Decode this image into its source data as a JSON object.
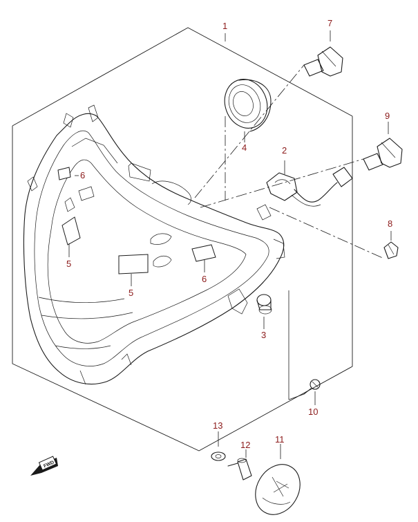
{
  "diagram": {
    "callouts": {
      "c1": "1",
      "c2": "2",
      "c3": "3",
      "c4": "4",
      "c5a": "5",
      "c5b": "5",
      "c6a": "6",
      "c6b": "6",
      "c7": "7",
      "c8": "8",
      "c9": "9",
      "c10": "10",
      "c11": "11",
      "c12": "12",
      "c13": "13"
    },
    "fwd_label": "FWD",
    "colors": {
      "callout": "#8b1a1a",
      "line": "#1a1a1a",
      "background": "#ffffff"
    }
  }
}
